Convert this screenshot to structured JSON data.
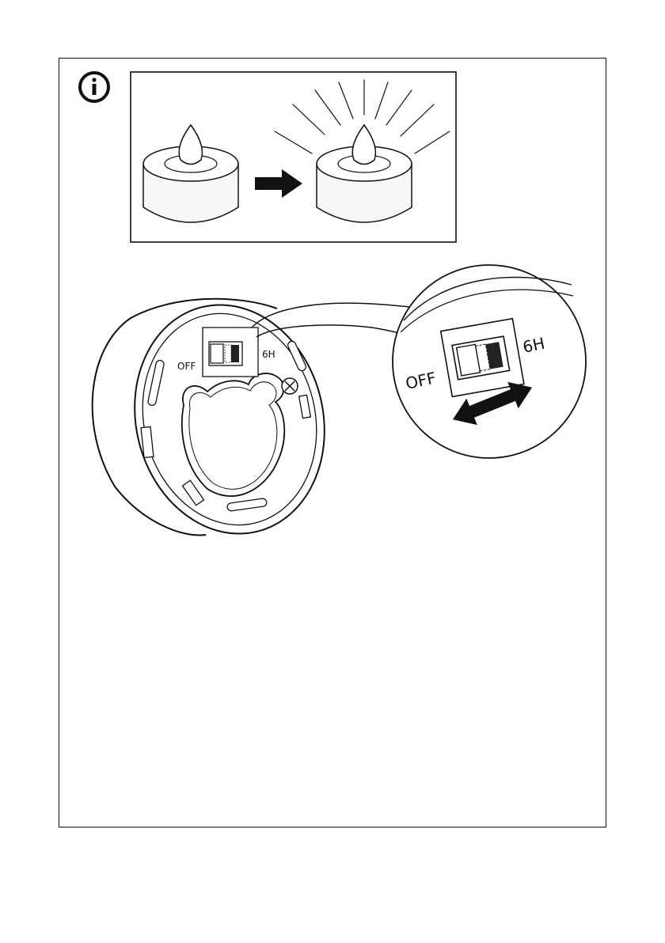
{
  "labels": {
    "switch_off": "OFF",
    "switch_6h": "6H",
    "zoom_off": "OFF",
    "zoom_6h": "6H"
  },
  "icons": {
    "info": "info-icon",
    "arrow": "arrow-right-icon",
    "double_arrow": "double-arrow-icon"
  },
  "colors": {
    "ink": "#111111",
    "paper": "#ffffff",
    "candle_fill": "#f7f7f7",
    "switch_dark": "#222222"
  }
}
